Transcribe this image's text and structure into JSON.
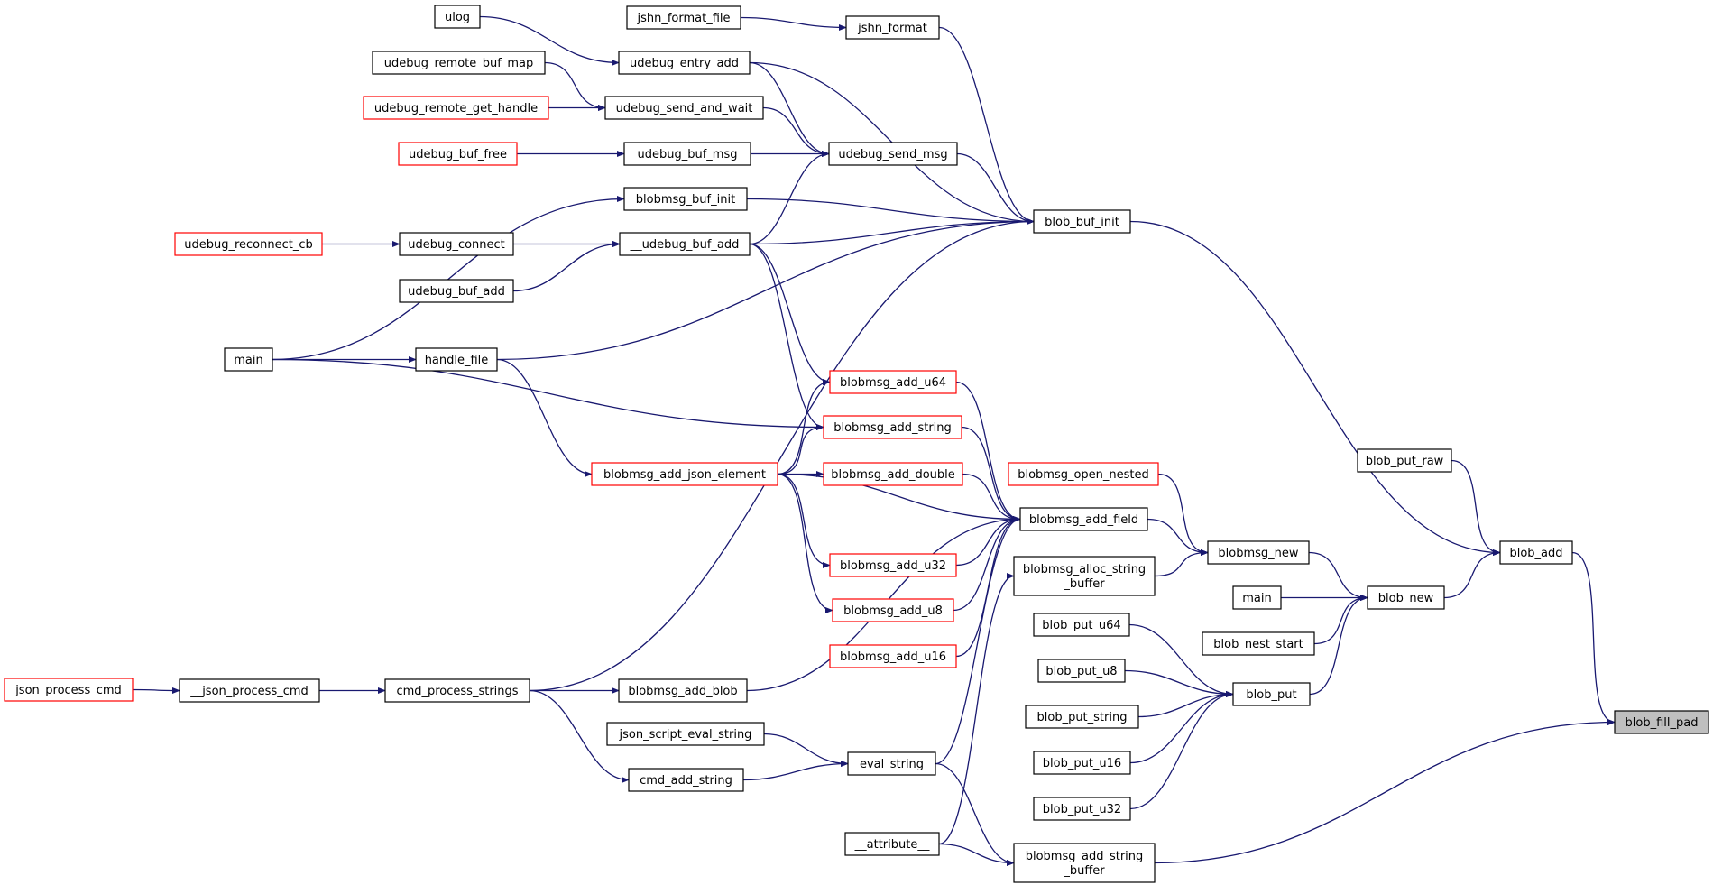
{
  "colors": {
    "edge": "#191970",
    "border": "#000000",
    "partial": "#ff0000",
    "focus": "#bfbfbf"
  },
  "nodes": [
    {
      "id": "jshn_format_file",
      "label": "jshn_format_file",
      "partial": false
    },
    {
      "id": "ulog",
      "label": "ulog",
      "partial": false
    },
    {
      "id": "jshn_format",
      "label": "jshn_format",
      "partial": false
    },
    {
      "id": "udebug_remote_buf_map",
      "label": "udebug_remote_buf_map",
      "partial": false
    },
    {
      "id": "udebug_entry_add",
      "label": "udebug_entry_add",
      "partial": false
    },
    {
      "id": "udebug_remote_get_handle",
      "label": "udebug_remote_get_handle",
      "partial": true
    },
    {
      "id": "udebug_send_and_wait",
      "label": "udebug_send_and_wait",
      "partial": false
    },
    {
      "id": "udebug_buf_free",
      "label": "udebug_buf_free",
      "partial": true
    },
    {
      "id": "udebug_buf_msg",
      "label": "udebug_buf_msg",
      "partial": false
    },
    {
      "id": "udebug_send_msg",
      "label": "udebug_send_msg",
      "partial": false
    },
    {
      "id": "blobmsg_buf_init",
      "label": "blobmsg_buf_init",
      "partial": false
    },
    {
      "id": "blob_buf_init",
      "label": "blob_buf_init",
      "partial": false
    },
    {
      "id": "udebug_reconnect_cb",
      "label": "udebug_reconnect_cb",
      "partial": true
    },
    {
      "id": "udebug_connect",
      "label": "udebug_connect",
      "partial": false
    },
    {
      "id": "__udebug_buf_add",
      "label": "__udebug_buf_add",
      "partial": false
    },
    {
      "id": "udebug_buf_add",
      "label": "udebug_buf_add",
      "partial": false
    },
    {
      "id": "main_left",
      "label": "main",
      "partial": false
    },
    {
      "id": "handle_file",
      "label": "handle_file",
      "partial": false
    },
    {
      "id": "blobmsg_add_u64",
      "label": "blobmsg_add_u64",
      "partial": true
    },
    {
      "id": "blobmsg_add_string",
      "label": "blobmsg_add_string",
      "partial": true
    },
    {
      "id": "blob_put_raw",
      "label": "blob_put_raw",
      "partial": false
    },
    {
      "id": "blobmsg_add_json_element",
      "label": "blobmsg_add_json_element",
      "partial": true
    },
    {
      "id": "blobmsg_add_double",
      "label": "blobmsg_add_double",
      "partial": true
    },
    {
      "id": "blobmsg_open_nested",
      "label": "blobmsg_open_nested",
      "partial": true
    },
    {
      "id": "blobmsg_add_field",
      "label": "blobmsg_add_field",
      "partial": false
    },
    {
      "id": "blobmsg_new",
      "label": "blobmsg_new",
      "partial": false
    },
    {
      "id": "blob_add",
      "label": "blob_add",
      "partial": false
    },
    {
      "id": "blobmsg_alloc_string_buffer",
      "label": "blobmsg_alloc_string",
      "label2": "_buffer",
      "partial": false
    },
    {
      "id": "blobmsg_add_u32",
      "label": "blobmsg_add_u32",
      "partial": true
    },
    {
      "id": "main_right",
      "label": "main",
      "partial": false
    },
    {
      "id": "blob_new",
      "label": "blob_new",
      "partial": false
    },
    {
      "id": "blobmsg_add_u8",
      "label": "blobmsg_add_u8",
      "partial": true
    },
    {
      "id": "blob_put_u64",
      "label": "blob_put_u64",
      "partial": false
    },
    {
      "id": "blob_nest_start",
      "label": "blob_nest_start",
      "partial": false
    },
    {
      "id": "blobmsg_add_u16",
      "label": "blobmsg_add_u16",
      "partial": true
    },
    {
      "id": "blob_put_u8",
      "label": "blob_put_u8",
      "partial": false
    },
    {
      "id": "json_process_cmd",
      "label": "json_process_cmd",
      "partial": true
    },
    {
      "id": "__json_process_cmd",
      "label": "__json_process_cmd",
      "partial": false
    },
    {
      "id": "cmd_process_strings",
      "label": "cmd_process_strings",
      "partial": false
    },
    {
      "id": "blobmsg_add_blob",
      "label": "blobmsg_add_blob",
      "partial": false
    },
    {
      "id": "blob_put",
      "label": "blob_put",
      "partial": false
    },
    {
      "id": "blob_put_string",
      "label": "blob_put_string",
      "partial": false
    },
    {
      "id": "blob_fill_pad",
      "label": "blob_fill_pad",
      "partial": false,
      "focus": true
    },
    {
      "id": "json_script_eval_string",
      "label": "json_script_eval_string",
      "partial": false
    },
    {
      "id": "eval_string",
      "label": "eval_string",
      "partial": false
    },
    {
      "id": "blob_put_u16",
      "label": "blob_put_u16",
      "partial": false
    },
    {
      "id": "cmd_add_string",
      "label": "cmd_add_string",
      "partial": false
    },
    {
      "id": "blob_put_u32",
      "label": "blob_put_u32",
      "partial": false
    },
    {
      "id": "__attribute__",
      "label": "__attribute__",
      "partial": false
    },
    {
      "id": "blobmsg_add_string_buffer",
      "label": "blobmsg_add_string",
      "label2": "_buffer",
      "partial": false
    }
  ],
  "edges": [
    [
      "jshn_format_file",
      "jshn_format"
    ],
    [
      "ulog",
      "udebug_entry_add"
    ],
    [
      "udebug_remote_buf_map",
      "udebug_send_and_wait"
    ],
    [
      "udebug_remote_get_handle",
      "udebug_send_and_wait"
    ],
    [
      "udebug_buf_free",
      "udebug_buf_msg"
    ],
    [
      "udebug_entry_add",
      "udebug_send_msg"
    ],
    [
      "udebug_send_and_wait",
      "udebug_send_msg"
    ],
    [
      "udebug_buf_msg",
      "udebug_send_msg"
    ],
    [
      "__udebug_buf_add",
      "udebug_send_msg"
    ],
    [
      "jshn_format",
      "blob_buf_init"
    ],
    [
      "udebug_entry_add",
      "blob_buf_init"
    ],
    [
      "udebug_send_msg",
      "blob_buf_init"
    ],
    [
      "blobmsg_buf_init",
      "blob_buf_init"
    ],
    [
      "__udebug_buf_add",
      "blob_buf_init"
    ],
    [
      "handle_file",
      "blob_buf_init"
    ],
    [
      "cmd_process_strings",
      "blob_buf_init"
    ],
    [
      "udebug_reconnect_cb",
      "udebug_connect"
    ],
    [
      "udebug_connect",
      "__udebug_buf_add"
    ],
    [
      "udebug_buf_add",
      "__udebug_buf_add"
    ],
    [
      "main_left",
      "blobmsg_buf_init"
    ],
    [
      "main_left",
      "handle_file"
    ],
    [
      "main_left",
      "blobmsg_add_string"
    ],
    [
      "handle_file",
      "blobmsg_add_json_element"
    ],
    [
      "__udebug_buf_add",
      "blobmsg_add_u64"
    ],
    [
      "__udebug_buf_add",
      "blobmsg_add_string"
    ],
    [
      "blobmsg_add_json_element",
      "blobmsg_add_u64"
    ],
    [
      "blobmsg_add_json_element",
      "blobmsg_add_string"
    ],
    [
      "blobmsg_add_json_element",
      "blobmsg_add_double"
    ],
    [
      "blobmsg_add_json_element",
      "blobmsg_add_u32"
    ],
    [
      "blobmsg_add_json_element",
      "blobmsg_add_u8"
    ],
    [
      "blobmsg_add_json_element",
      "blobmsg_add_field"
    ],
    [
      "blobmsg_add_u64",
      "blobmsg_add_field"
    ],
    [
      "blobmsg_add_string",
      "blobmsg_add_field"
    ],
    [
      "blobmsg_add_double",
      "blobmsg_add_field"
    ],
    [
      "blobmsg_add_u32",
      "blobmsg_add_field"
    ],
    [
      "blobmsg_add_u8",
      "blobmsg_add_field"
    ],
    [
      "blobmsg_add_u16",
      "blobmsg_add_field"
    ],
    [
      "blobmsg_add_blob",
      "blobmsg_add_field"
    ],
    [
      "eval_string",
      "blobmsg_add_field"
    ],
    [
      "__attribute__",
      "blobmsg_alloc_string_buffer"
    ],
    [
      "blobmsg_add_field",
      "blobmsg_new"
    ],
    [
      "blobmsg_alloc_string_buffer",
      "blobmsg_new"
    ],
    [
      "blobmsg_open_nested",
      "blobmsg_new"
    ],
    [
      "blobmsg_new",
      "blob_new"
    ],
    [
      "main_right",
      "blob_new"
    ],
    [
      "blob_nest_start",
      "blob_new"
    ],
    [
      "blob_put",
      "blob_new"
    ],
    [
      "blob_new",
      "blob_add"
    ],
    [
      "blob_put_raw",
      "blob_add"
    ],
    [
      "blob_buf_init",
      "blob_add"
    ],
    [
      "blob_add",
      "blob_fill_pad"
    ],
    [
      "blobmsg_add_string_buffer",
      "blob_fill_pad"
    ],
    [
      "blob_put_u64",
      "blob_put"
    ],
    [
      "blob_put_u8",
      "blob_put"
    ],
    [
      "blob_put_string",
      "blob_put"
    ],
    [
      "blob_put_u16",
      "blob_put"
    ],
    [
      "blob_put_u32",
      "blob_put"
    ],
    [
      "json_process_cmd",
      "__json_process_cmd"
    ],
    [
      "__json_process_cmd",
      "cmd_process_strings"
    ],
    [
      "cmd_process_strings",
      "blobmsg_add_blob"
    ],
    [
      "cmd_process_strings",
      "cmd_add_string"
    ],
    [
      "json_script_eval_string",
      "eval_string"
    ],
    [
      "cmd_add_string",
      "eval_string"
    ],
    [
      "eval_string",
      "blobmsg_add_string_buffer"
    ],
    [
      "__attribute__",
      "blobmsg_add_string_buffer"
    ]
  ]
}
